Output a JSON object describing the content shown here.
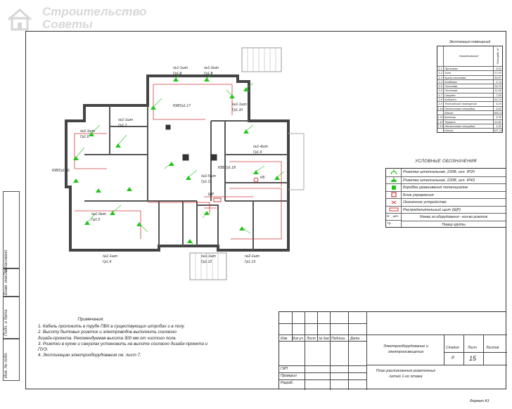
{
  "watermark": {
    "line1": "Строительство",
    "line2": "Советы"
  },
  "explication": {
    "title": "Экспликация помещений",
    "header": {
      "num": "",
      "name": "Наименование",
      "area": "Площадь м²"
    },
    "rows": [
      {
        "num": "1.1",
        "name": "Прихожая",
        "area": "9,62"
      },
      {
        "num": "1.2",
        "name": "Холл",
        "area": "27,53"
      },
      {
        "num": "1.3",
        "name": "Кухня-столовая",
        "area": "39,87"
      },
      {
        "num": "1.4",
        "name": "Кладовая",
        "area": "2,74"
      },
      {
        "num": "1.5",
        "name": "Гостиная",
        "area": "29,79"
      },
      {
        "num": "1.6",
        "name": "Гостевая",
        "area": "11,69"
      },
      {
        "num": "1.7",
        "name": "Санузел",
        "area": "7,08"
      },
      {
        "num": "1.8",
        "name": "Кабинет",
        "area": "20,74"
      },
      {
        "num": "1.9",
        "name": "Технические помещение",
        "area": "6,16"
      },
      {
        "num": "1.10",
        "name": "Лестничная площадка",
        "area": "0,93"
      },
      {
        "num": "",
        "name": "Итого",
        "area": "166,13"
      },
      {
        "num": "1.11",
        "name": "Крыльцо",
        "area": "5,36"
      },
      {
        "num": "1.12",
        "name": "Терраса",
        "area": "13,82"
      },
      {
        "num": "1.13",
        "name": "Лестничная площадка",
        "area": "1,94"
      },
      {
        "num": "",
        "name": "Итого",
        "area": "187,25"
      }
    ]
  },
  "conventions": {
    "title": "УСЛОВНЫЕ ОБОЗНАЧЕНИЯ",
    "rows": [
      {
        "symbol": "socket-ip20-icon",
        "text": "Розетка штепсельная, 220В, исп. IP20"
      },
      {
        "symbol": "socket-ip43-icon",
        "text": "Розетка штепсельная, 220В, исп. IP43"
      },
      {
        "symbol": "junction-box-icon",
        "text": "Коробка уравнивания потенциалов"
      },
      {
        "symbol": "control-unit-icon",
        "text": "Блок управления"
      },
      {
        "symbol": "terminal-device-icon",
        "text": "Оконечное устройство"
      },
      {
        "symbol": "distribution-board-icon",
        "text": "Распределительный щит (ЩР)"
      }
    ],
    "key": {
      "sym_top": "N- _шт",
      "sym_bottom": "Гр",
      "line1": "Номер эл.оборудования - кол-во розеток",
      "line2": "Номер группы"
    }
  },
  "notes": {
    "title": "Примечания:",
    "items": [
      "1. Кабель проложить в трубе ПВХ в существующих штробах и в полу.",
      "2. Высоту бытовых розеток и электроводов выполнить согласно",
      "дизайн-проекта. Рекомендуемая высота 300 мм от чистого пола.",
      "3. Розетки в кухне и санузлах установить на высоте согласно дизайн-проекта и",
      "ПУЭ.",
      "4. Экспликацию электрооборудования см. лист 7."
    ]
  },
  "plan_labels": {
    "items": [
      "№1-1шт",
      "№1-2шт",
      "№1-3шт",
      "№1-4шт",
      "№1-5шт",
      "№1-1шт",
      "№2-1шт",
      "№1-1шт"
    ],
    "groups": [
      "Гр1.8",
      "Гр1.6",
      "Гр1.7",
      "Гр1.5",
      "Гр1.9",
      "Гр1.10",
      "Гр1.11",
      "Гр1.12",
      "Гр1.13",
      "Гр1.4",
      "Гр1.3",
      "Гр1.2",
      "Гр1.1"
    ],
    "panel_a": "ЮВ/Гр1.16",
    "panel_b": "ЮВ/Гр1.17",
    "panel_c": "ЮВ/Гр1.18",
    "shield": "ЩР",
    "dist1": "N5"
  },
  "stamp": {
    "cols": [
      "Изм",
      "Кол.уч",
      "Лист",
      "№ док",
      "Подпись",
      "Дата"
    ],
    "left_rows": [
      "ГИП",
      "Проверил",
      "Разраб."
    ],
    "title1": "Электрооборудование и электроосвещение",
    "title2": "План расположения розеточных сетей 1-го этажа",
    "stage_label": "Стадия",
    "sheet_label": "Лист",
    "sheets_label": "Листов",
    "stage": "Р",
    "sheet": "15"
  },
  "side_labels": [
    "Согласовано",
    "Взам. инв. №",
    "Подп. и дата",
    "Инв. № подл."
  ],
  "format": "Формат А3",
  "colors": {
    "wire": "#d4383c",
    "device": "#23c51b",
    "line": "#333333"
  }
}
